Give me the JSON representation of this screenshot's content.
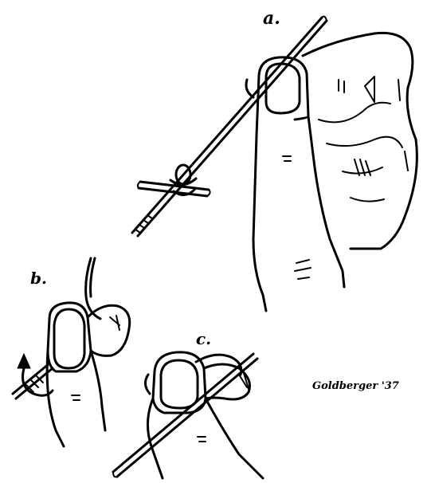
{
  "figure": {
    "labels": {
      "a": "a.",
      "b": "b.",
      "c": "c."
    },
    "signature": "Goldberger '37"
  }
}
